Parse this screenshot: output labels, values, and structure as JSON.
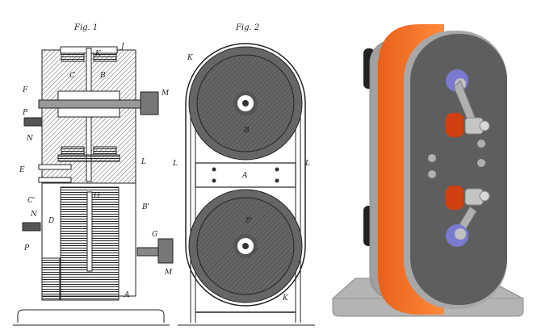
{
  "figures": {
    "fig1": {
      "title": "Fig. 1",
      "labels": {
        "J": "J",
        "K": "K",
        "C": "C",
        "B": "B",
        "F": "F",
        "M": "M",
        "P": "P",
        "N": "N",
        "L": "L",
        "E": "E",
        "C1": "C'",
        "H": "H",
        "B1": "B'",
        "D": "D",
        "N2": "N",
        "P2": "P",
        "G": "G",
        "M2": "M",
        "A": "A"
      }
    },
    "fig2": {
      "title": "Fig. 2",
      "labels": {
        "K": "K",
        "B": "B",
        "L_left": "L",
        "L_right": "L",
        "A": "A",
        "B1": "B'",
        "K2": "K"
      }
    },
    "render": {
      "description": "3D render of twin-pulley belt device",
      "colors": {
        "belt": "#f07020",
        "frame": "#a8a8a8",
        "plate": "#5a5a5a",
        "roller": "#d04010",
        "washer": "#7070c0",
        "base": "#b0b0b0"
      }
    }
  }
}
